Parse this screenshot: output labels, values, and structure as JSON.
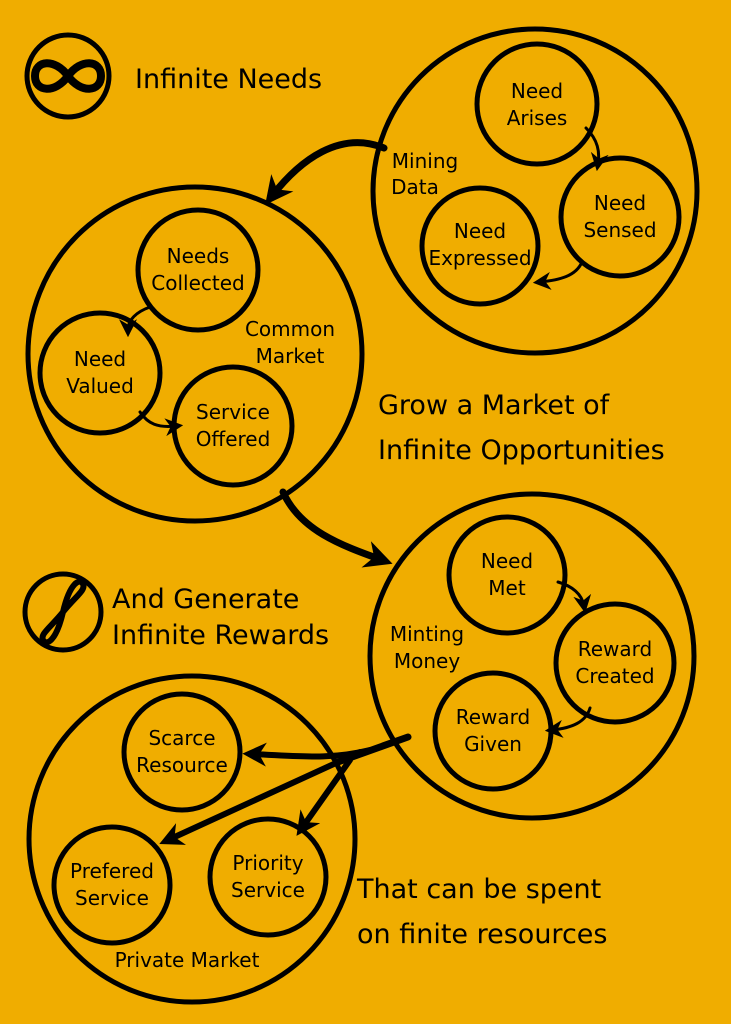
{
  "colors": {
    "background": "#F0AD00",
    "ink": "#000000"
  },
  "headings": {
    "infinite_needs": "Infinite Needs",
    "grow_line1": "Grow a Market of",
    "grow_line2": "Infinite Opportunities",
    "generate_line1": "And Generate",
    "generate_line2": "Infinite Rewards",
    "spent_line1": "That can be spent",
    "spent_line2": "on finite resources"
  },
  "mining": {
    "label1": "Mining",
    "label2": "Data",
    "nodes": [
      [
        "Need",
        "Arises"
      ],
      [
        "Need",
        "Sensed"
      ],
      [
        "Need",
        "Expressed"
      ]
    ]
  },
  "common": {
    "label1": "Common",
    "label2": "Market",
    "nodes": [
      [
        "Needs",
        "Collected"
      ],
      [
        "Need",
        "Valued"
      ],
      [
        "Service",
        "Offered"
      ]
    ]
  },
  "minting": {
    "label1": "Minting",
    "label2": "Money",
    "nodes": [
      [
        "Need",
        "Met"
      ],
      [
        "Reward",
        "Created"
      ],
      [
        "Reward",
        "Given"
      ]
    ]
  },
  "private": {
    "label": "Private Market",
    "nodes": [
      [
        "Scarce",
        "Resource"
      ],
      [
        "Prefered",
        "Service"
      ],
      [
        "Priority",
        "Service"
      ]
    ]
  },
  "icons": [
    "infinity-icon",
    "figure-eight-icon"
  ]
}
